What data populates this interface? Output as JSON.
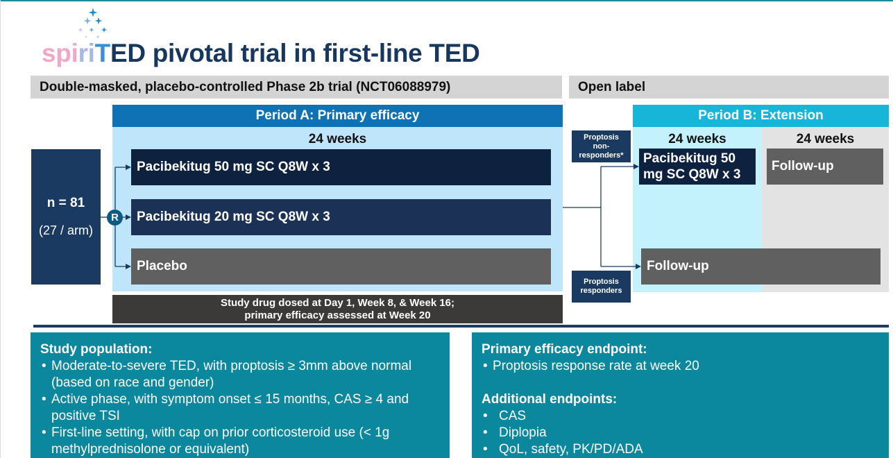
{
  "title": {
    "brand_parts": [
      "spi",
      "ri",
      "T",
      "ED"
    ],
    "text": " pivotal trial in first-line TED",
    "logo_icon": "sparkles-icon"
  },
  "colors": {
    "title": "#17375e",
    "period_a": "#0e72b5",
    "period_a_bg": "#bfe5fb",
    "period_b": "#17b5d8",
    "period_b_bg": "#c3f1fc",
    "followup_bg": "#e3e3e3",
    "drug_box": "#0e213f",
    "placebo_box": "#606060",
    "info_box": "#0b879e",
    "divider": "#1f3a5c"
  },
  "headers": {
    "double_masked": "Double-masked, placebo-controlled Phase 2b trial (NCT06088979)",
    "open_label": "Open label"
  },
  "period_a": {
    "title": "Period A: Primary efficacy",
    "duration": "24 weeks",
    "population": {
      "n": "n = 81",
      "per_arm": "(27 / arm)"
    },
    "randomization": "R",
    "arms": [
      {
        "label": "Pacibekitug 50 mg SC Q8W x 3"
      },
      {
        "label": "Pacibekitug 20 mg SC Q8W x 3"
      },
      {
        "label": "Placebo"
      }
    ],
    "dosing_note": [
      "Study drug dosed at Day 1, Week 8, & Week 16;",
      "primary efficacy assessed at Week 20"
    ]
  },
  "period_b": {
    "title": "Period B: Extension",
    "durations": [
      "24 weeks",
      "24 weeks"
    ],
    "treatment": "Pacibekitug 50 mg SC Q8W x 3",
    "followup_nonresponders": "Follow-up",
    "followup_responders": "Follow-up",
    "tags": {
      "nonresponders": [
        "Proptosis",
        "non-",
        "responders*"
      ],
      "responders": [
        "Proptosis",
        "responders"
      ]
    }
  },
  "study_population": {
    "heading": "Study population:",
    "items": [
      "Moderate-to-severe TED, with proptosis ≥ 3mm above normal (based on race and gender)",
      "Active phase, with symptom onset ≤ 15 months, CAS ≥ 4 and positive TSI",
      "First-line setting, with cap on prior corticosteroid use (< 1g methylprednisolone or equivalent)"
    ]
  },
  "endpoints": {
    "primary_heading": "Primary efficacy endpoint:",
    "primary_items": [
      "Proptosis response rate at week 20"
    ],
    "additional_heading": "Additional endpoints:",
    "additional_items": [
      "CAS",
      "Diplopia",
      "QoL, safety, PK/PD/ADA"
    ]
  }
}
